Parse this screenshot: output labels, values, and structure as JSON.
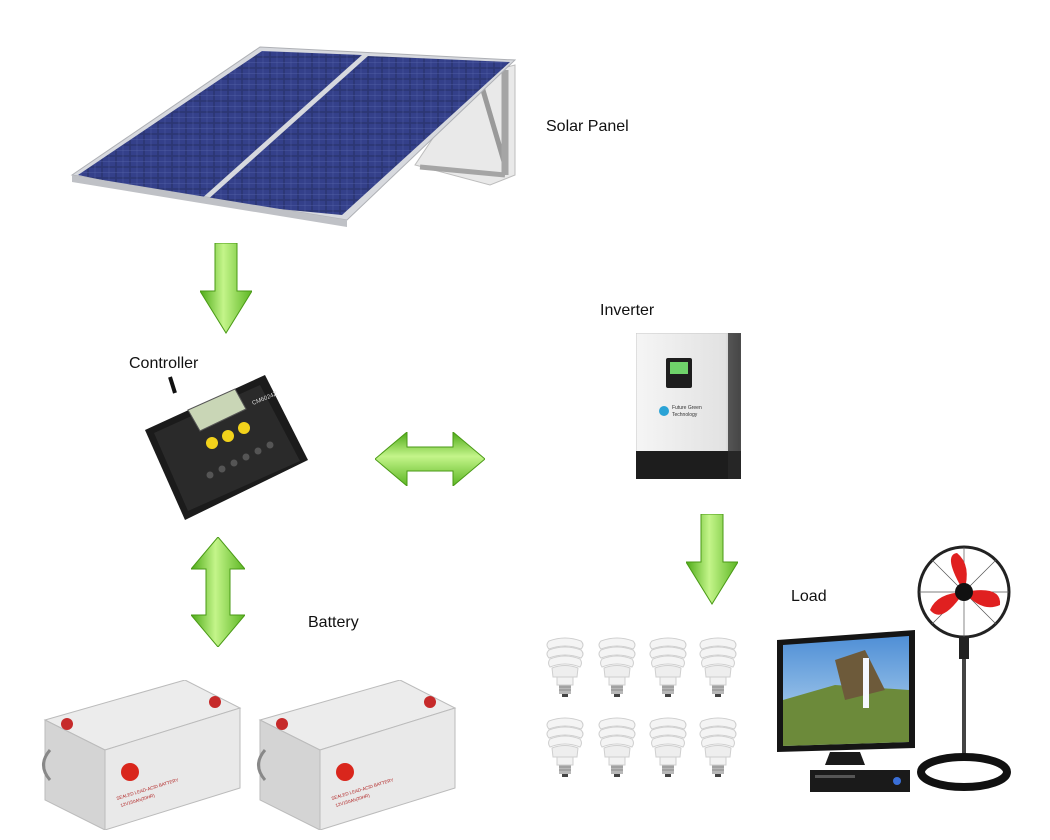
{
  "labels": {
    "solar_panel": "Solar Panel",
    "controller": "Controller",
    "inverter": "Inverter",
    "battery": "Battery",
    "load": "Load"
  },
  "device_text": {
    "controller_model": "CM6024Z",
    "inverter_brand_line1": "Future Green",
    "inverter_brand_line2": "Technology",
    "battery_line1": "SEALED LEAD-ACID BATTERY",
    "battery_line2": "12V150Ah(20HR)"
  },
  "colors": {
    "arrow_light": "#b6f07a",
    "arrow_dark": "#4caa16",
    "panel_cell": "#27306a",
    "battery_case": "#e6e6e6",
    "fan_blade": "#e02020"
  }
}
